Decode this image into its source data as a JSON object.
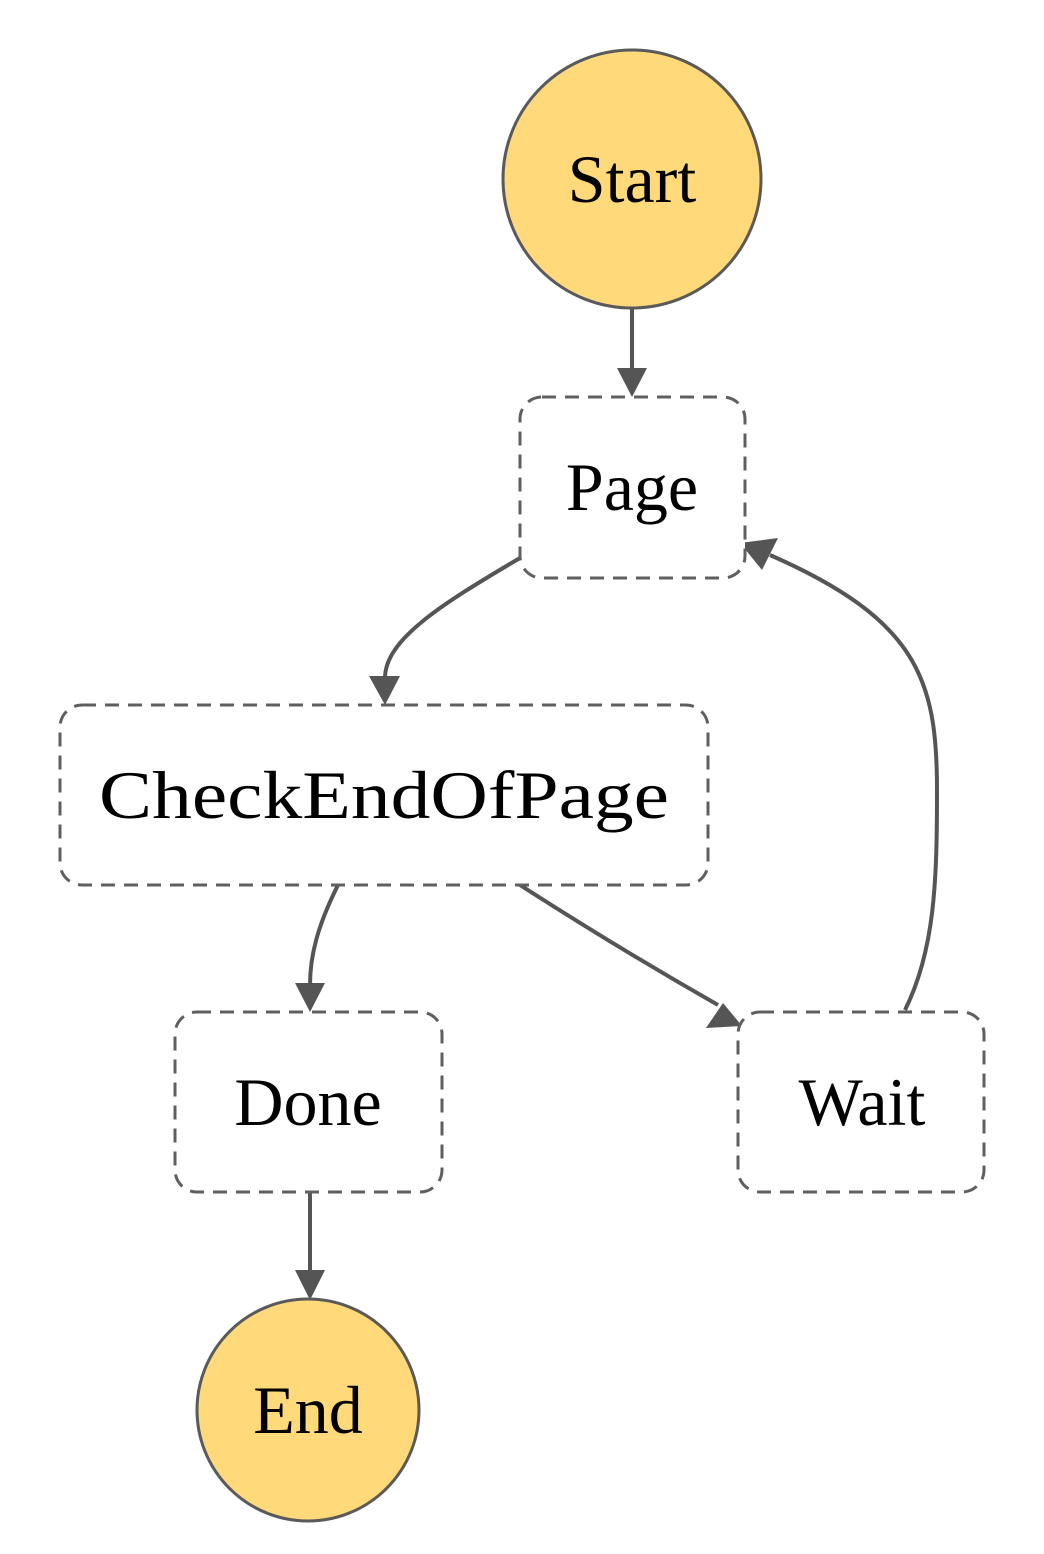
{
  "colors": {
    "terminal_fill": "#ffd97a",
    "terminal_stroke": "#5a5a5a",
    "state_fill": "#ffffff",
    "state_stroke": "#5f5f5f",
    "edge": "#555555"
  },
  "nodes": {
    "start": {
      "label": "Start",
      "kind": "terminal"
    },
    "page": {
      "label": "Page",
      "kind": "state"
    },
    "check_end_of_page": {
      "label": "CheckEndOfPage",
      "kind": "state"
    },
    "done": {
      "label": "Done",
      "kind": "state"
    },
    "wait": {
      "label": "Wait",
      "kind": "state"
    },
    "end": {
      "label": "End",
      "kind": "terminal"
    }
  },
  "edges": [
    {
      "from": "Start",
      "to": "Page"
    },
    {
      "from": "Page",
      "to": "CheckEndOfPage"
    },
    {
      "from": "CheckEndOfPage",
      "to": "Done"
    },
    {
      "from": "CheckEndOfPage",
      "to": "Wait"
    },
    {
      "from": "Wait",
      "to": "Page"
    },
    {
      "from": "Done",
      "to": "End"
    }
  ]
}
